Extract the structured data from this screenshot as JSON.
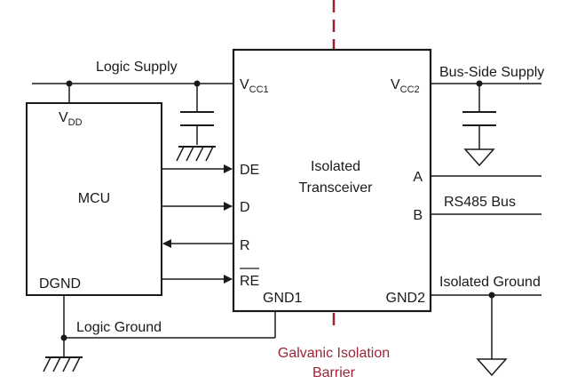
{
  "labels": {
    "logic_supply": "Logic Supply",
    "bus_side_supply": "Bus-Side Supply",
    "rs485_bus": "RS485 Bus",
    "isolated_ground": "Isolated Ground",
    "logic_ground": "Logic Ground"
  },
  "mcu": {
    "name": "MCU",
    "vdd_main": "V",
    "vdd_sub": "DD",
    "dgnd": "DGND"
  },
  "transceiver": {
    "title_line1": "Isolated",
    "title_line2": "Transceiver",
    "vcc1_main": "V",
    "vcc1_sub": "CC1",
    "vcc2_main": "V",
    "vcc2_sub": "CC2",
    "pins_left": [
      "DE",
      "D",
      "R",
      "RE"
    ],
    "pins_right": [
      "A",
      "B"
    ],
    "gnd1": "GND1",
    "gnd2": "GND2"
  },
  "barrier": {
    "line1": "Galvanic Isolation",
    "line2": "Barrier",
    "color": "#9b2335"
  }
}
